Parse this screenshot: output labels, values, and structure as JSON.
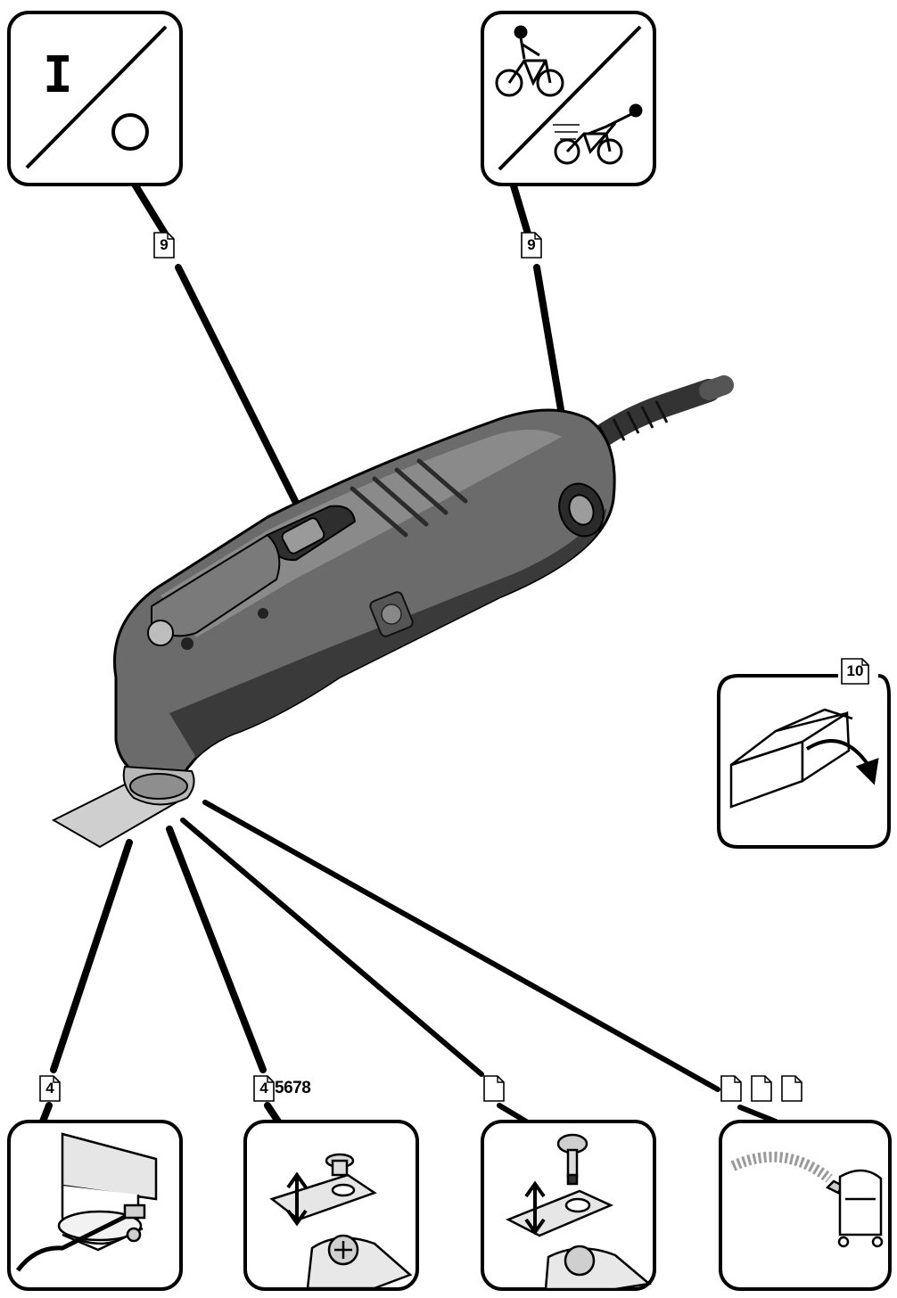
{
  "panels": {
    "switch": {
      "on_symbol": "I",
      "icon": "on-off-switch-icon"
    },
    "speed": {
      "icon": "speed-selection-cyclist-icon"
    },
    "unpack": {
      "icon": "unpack-box-icon"
    },
    "depth_stop": {
      "icon": "depth-stop-icon"
    },
    "tool_change": {
      "icon": "tool-change-screw-icon"
    },
    "quick_change": {
      "icon": "quick-change-pin-icon"
    },
    "dust_extraction": {
      "icon": "vacuum-extraction-icon"
    }
  },
  "page_refs": {
    "switch": "9",
    "speed": "9",
    "unpack": "10",
    "depth_stop": "4",
    "tool_change": "4",
    "tool_change_extra": "5678",
    "quick_change": "",
    "dust_1": "",
    "dust_2": "",
    "dust_3": ""
  },
  "colors": {
    "ink": "#000000",
    "paper": "#ffffff",
    "tool_body": "#6b6b6b",
    "tool_dark": "#3a3a3a"
  }
}
